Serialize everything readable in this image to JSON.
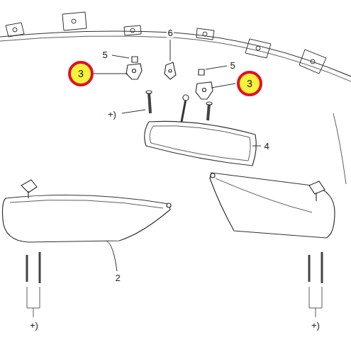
{
  "diagram": {
    "nodes": [
      {
        "text": [
          "3"
        ]
      },
      {
        "text": [
          "3"
        ]
      }
    ],
    "labels": [
      "6",
      "5",
      "5",
      "+)",
      "4",
      "2",
      "+)",
      "+)"
    ]
  }
}
